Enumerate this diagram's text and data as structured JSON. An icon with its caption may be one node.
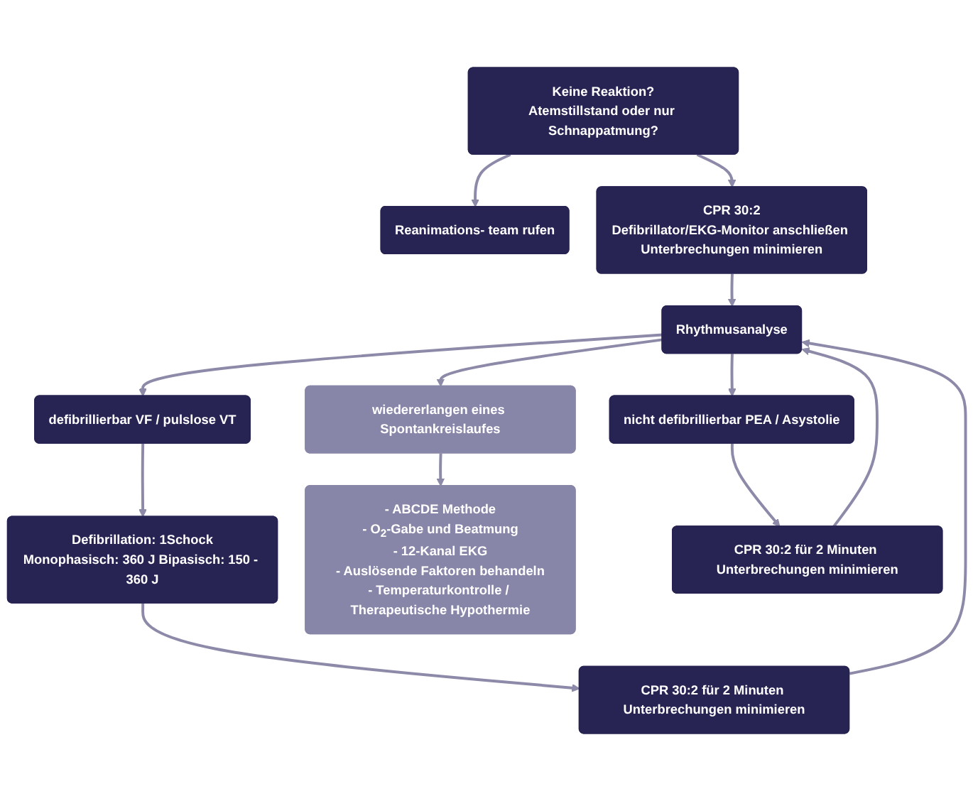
{
  "diagram": {
    "nodes": [
      {
        "text": [
          "Keine Reaktion?",
          "Atemstillstand oder nur Schnappatmung?"
        ]
      },
      {
        "text": [
          "Reanimations- team rufen"
        ]
      },
      {
        "text": [
          "CPR 30:2",
          "Defibrillator/EKG-Monitor anschließen Unterbrechungen minimieren"
        ]
      },
      {
        "text": [
          "Rhythmusanalyse"
        ]
      },
      {
        "text": [
          "defibrillierbar VF / pulslose VT"
        ]
      },
      {
        "text": [
          "Defibrillation: 1Schock",
          "Monophasisch: 360 J Bipasisch: 150 - 360 J"
        ]
      },
      {
        "text": [
          "CPR 30:2 für 2 Minuten Unterbrechungen minimieren"
        ]
      },
      {
        "text": [
          "wiedererlangen eines Spontankreislaufes"
        ]
      },
      {
        "text": [
          "- ABCDE Methode",
          "- O$_{2}$-Gabe und Beatmung",
          "- 12-Kanal EKG",
          "- Auslösende Faktoren behandeln",
          "- Temperaturkontrolle / Therapeutische Hypothermie"
        ]
      },
      {
        "text": [
          "nicht defibrillierbar PEA / Asystolie"
        ]
      },
      {
        "text": [
          "CPR 30:2 für 2 Minuten Unterbrechungen minimieren"
        ]
      }
    ],
    "edges": [
      {
        "from": 0,
        "to": 2,
        "arrow": "to"
      },
      {
        "from": 0,
        "to": 1,
        "arrow": "to"
      },
      {
        "from": 2,
        "to": 3,
        "arrow": "to"
      },
      {
        "from": 3,
        "to": 4,
        "arrow": "to"
      },
      {
        "from": 3,
        "to": 7,
        "arrow": "to"
      },
      {
        "from": 3,
        "to": 9,
        "arrow": "to"
      },
      {
        "from": 4,
        "to": 5,
        "arrow": "to"
      },
      {
        "from": 5,
        "to": 6,
        "arrow": "to"
      },
      {
        "from": 6,
        "to": 3,
        "arrow": "to"
      },
      {
        "from": 7,
        "to": 8,
        "arrow": "to"
      },
      {
        "from": 9,
        "to": 10,
        "arrow": "to"
      },
      {
        "from": 10,
        "to": 3,
        "arrow": "to"
      }
    ]
  }
}
